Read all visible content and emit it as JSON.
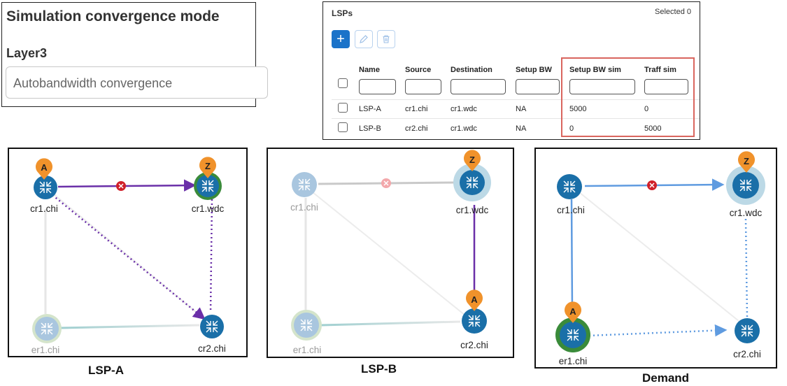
{
  "sim": {
    "title": "Simulation convergence mode",
    "layer_label": "Layer3",
    "select_value": "Autobandwidth convergence"
  },
  "lsp_table": {
    "title": "LSPs",
    "selected": "Selected 0",
    "add_label": "+",
    "columns": [
      "Name",
      "Source",
      "Destination",
      "Setup BW",
      "Setup BW sim",
      "Traff sim"
    ],
    "rows": [
      {
        "name": "LSP-A",
        "source": "cr1.chi",
        "destination": "cr1.wdc",
        "setup_bw": "NA",
        "setup_bw_sim": "5000",
        "traff_sim": "0"
      },
      {
        "name": "LSP-B",
        "source": "cr2.chi",
        "destination": "cr1.wdc",
        "setup_bw": "NA",
        "setup_bw_sim": "0",
        "traff_sim": "5000"
      }
    ]
  },
  "topologies": [
    {
      "caption": "LSP-A",
      "nodes": {
        "tl": "cr1.chi",
        "tr": "cr1.wdc",
        "bl": "er1.chi",
        "br": "cr2.chi"
      },
      "markers": {
        "a": "A",
        "z": "Z"
      }
    },
    {
      "caption": "LSP-B",
      "nodes": {
        "tl": "cr1.chi",
        "tr": "cr1.wdc",
        "bl": "er1.chi",
        "br": "cr2.chi"
      },
      "markers": {
        "a": "A",
        "z": "Z"
      }
    },
    {
      "caption": "Demand",
      "nodes": {
        "tl": "cr1.chi",
        "tr": "cr1.wdc",
        "bl": "er1.chi",
        "br": "cr2.chi"
      },
      "markers": {
        "a": "A",
        "z": "Z"
      }
    }
  ],
  "colors": {
    "router": "#1a6fa8",
    "faded_router": "#a9c6df",
    "lsp_path": "#6a2fa8",
    "demand_path": "#5f9be0",
    "marker": "#f0922b",
    "failed": "#d0202a",
    "highlight": "#d9655e",
    "add_button": "#1b73c9"
  },
  "icons": [
    "plus-icon",
    "edit-icon",
    "trash-icon",
    "router-icon",
    "location-marker-icon",
    "failed-link-icon"
  ]
}
